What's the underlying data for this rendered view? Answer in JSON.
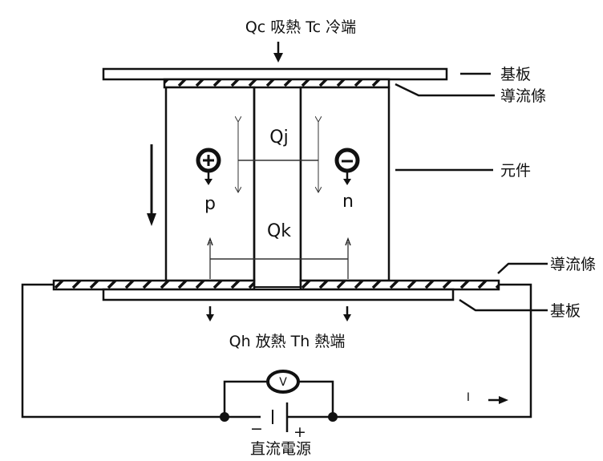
{
  "diagram": {
    "title": "Peltier thermoelectric module",
    "top_caption": "Qc 吸熱 Tc 冷端",
    "bottom_caption": "Qh 放熱 Th 熱端",
    "labels": {
      "substrate_top": "基板",
      "conductor_top": "導流條",
      "element": "元件",
      "conductor_bottom": "導流條",
      "substrate_bottom": "基板"
    },
    "heat_labels": {
      "joule": "Qj",
      "conduction": "Qk"
    },
    "carriers": {
      "p_type": "p",
      "n_type": "n",
      "hole_symbol": "+",
      "electron_symbol": "−"
    },
    "circuit": {
      "power_source": "直流電源",
      "voltmeter": "V",
      "negative": "−",
      "positive": "+",
      "current": "I"
    },
    "colors": {
      "line": "#111111",
      "background": "#ffffff"
    }
  }
}
